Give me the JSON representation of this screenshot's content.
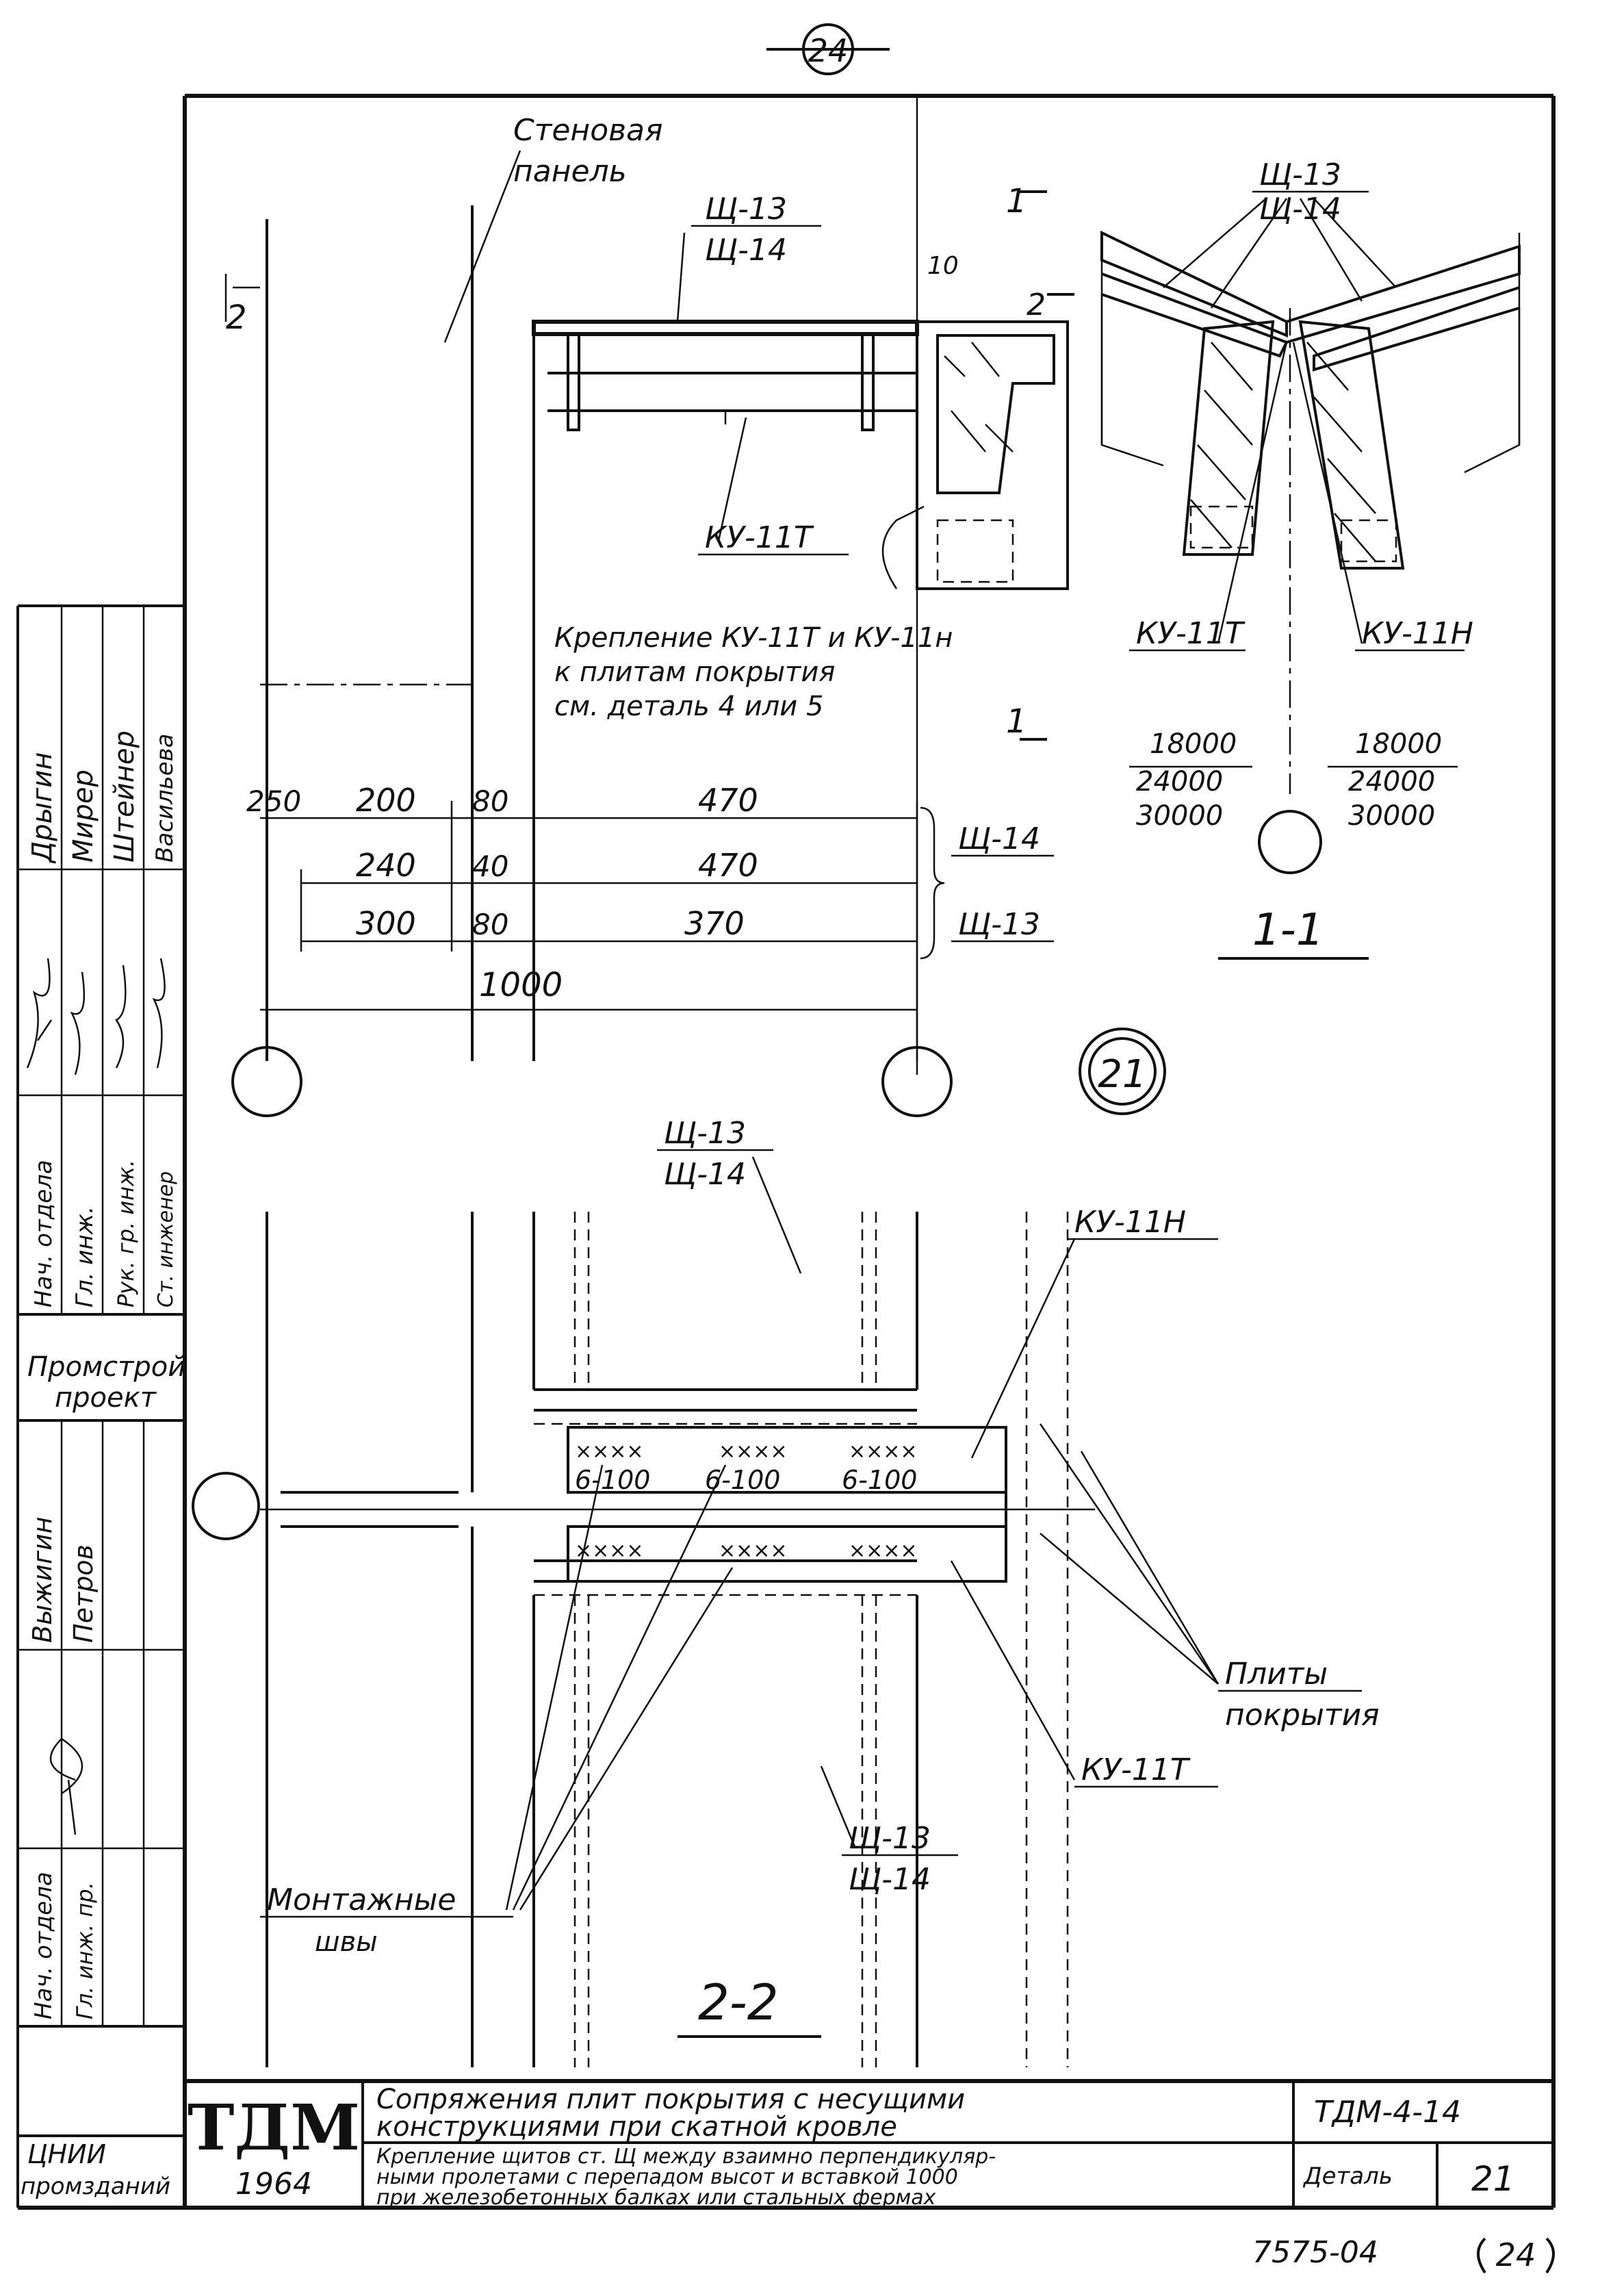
{
  "sheet_number_top": "24",
  "sheet_number_bottom": "24",
  "detail_circle": "21",
  "labels": {
    "wall_panel_1": "Стеновая",
    "wall_panel_2": "панель",
    "shield_13": "Щ-13",
    "shield_14": "Щ-14",
    "ku_11t": "КУ-11Т",
    "ku_11n": "КУ-11Н",
    "fastening_1": "Крепление КУ-11Т и КУ-11н",
    "fastening_2": "к плитам покрытия",
    "fastening_3": "см. деталь 4 или 5",
    "section_1_1": "1-1",
    "section_2_2": "2-2",
    "mark_1": "1",
    "mark_2": "2",
    "mark_10": "10",
    "spans_left": [
      "18000",
      "24000",
      "30000"
    ],
    "spans_right": [
      "18000",
      "24000",
      "30000"
    ],
    "weld": "6-100",
    "plates_1": "Плиты",
    "plates_2": "покрытия",
    "seams_1": "Монтажные",
    "seams_2": "швы",
    "crosses": "××××"
  },
  "dimensions": {
    "row1": [
      "250",
      "200",
      "80",
      "470"
    ],
    "row2": [
      "240",
      "40",
      "470"
    ],
    "row3": [
      "300",
      "80",
      "370"
    ],
    "total": "1000"
  },
  "side_stamp": {
    "roles": [
      "Нач. отдела",
      "Гл. инж.",
      "Рук. гр. инж.",
      "Ст. инженер"
    ],
    "names": [
      "Дрыгин",
      "Мирер",
      "Штейнер",
      "Васильева"
    ],
    "org_1": "Промстрой",
    "org_2": "проект",
    "name_2": "Выжигин",
    "name_3": "Петров",
    "role_2": "Нач. отдела",
    "role_3": "Гл. инж. пр."
  },
  "title_block": {
    "logo": "ТДМ",
    "year": "1964",
    "org_1": "ЦНИИ",
    "org_2": "промзданий",
    "title_1": "Сопряжения плит покрытия с несущими",
    "title_2": "конструкциями при скатной кровле",
    "desc_1": "Крепление щитов ст. Щ между взаимно перпендикуляр-",
    "desc_2": "ными пролетами с перепадом высот и вставкой 1000",
    "desc_3": "при железобетонных балках или стальных фермах",
    "doc_code": "ТДМ-4-14",
    "detail_label": "Деталь",
    "detail_num": "21"
  },
  "footer_code": "7575-04"
}
